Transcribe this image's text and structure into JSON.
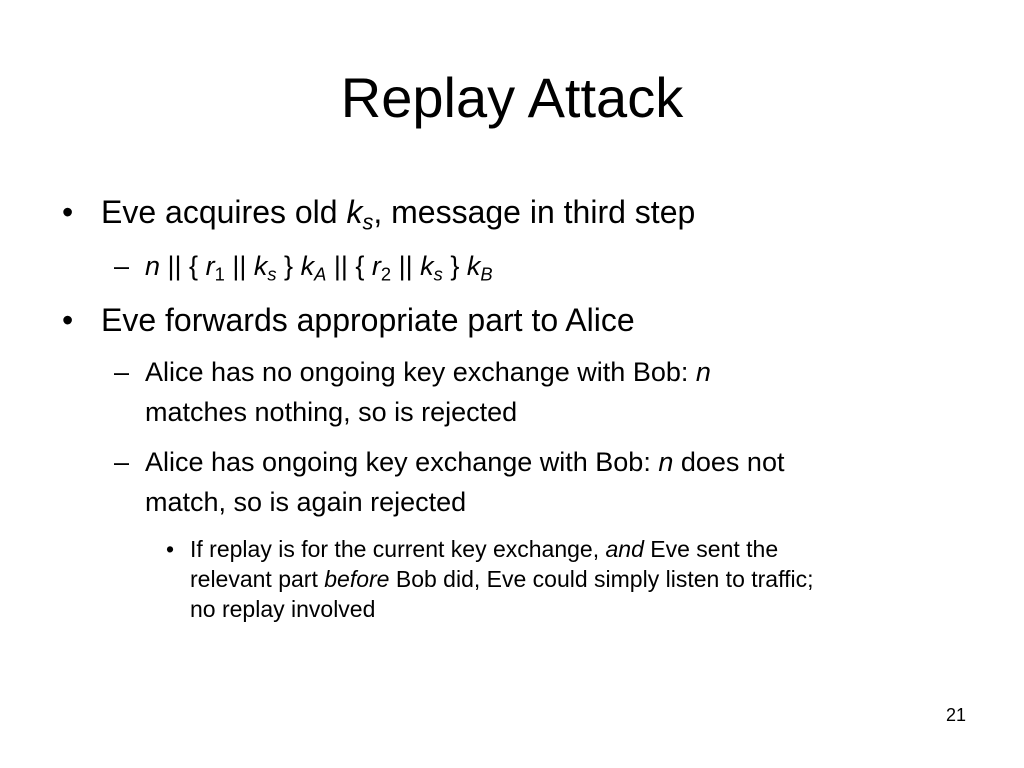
{
  "slide": {
    "title": "Replay Attack",
    "page_number": "21",
    "bullet_glyph": "•",
    "dash_glyph": "–",
    "items": [
      {
        "level": 1,
        "lines": [
          [
            {
              "t": "Eve acquires old ",
              "s": ""
            },
            {
              "t": "k",
              "s": "i"
            },
            {
              "t": "s",
              "s": "isub"
            },
            {
              "t": ", message in third step",
              "s": ""
            }
          ]
        ]
      },
      {
        "level": 2,
        "lines": [
          [
            {
              "t": "n",
              "s": "i"
            },
            {
              "t": " || { ",
              "s": ""
            },
            {
              "t": "r",
              "s": "i"
            },
            {
              "t": "1",
              "s": "sub"
            },
            {
              "t": " || ",
              "s": ""
            },
            {
              "t": "k",
              "s": "i"
            },
            {
              "t": "s",
              "s": "isub"
            },
            {
              "t": " } ",
              "s": ""
            },
            {
              "t": "k",
              "s": "i"
            },
            {
              "t": "A",
              "s": "isub"
            },
            {
              "t": " || { ",
              "s": ""
            },
            {
              "t": "r",
              "s": "i"
            },
            {
              "t": "2",
              "s": "sub"
            },
            {
              "t": " || ",
              "s": ""
            },
            {
              "t": "k",
              "s": "i"
            },
            {
              "t": "s",
              "s": "isub"
            },
            {
              "t": " } ",
              "s": ""
            },
            {
              "t": "k",
              "s": "i"
            },
            {
              "t": "B",
              "s": "isub"
            }
          ]
        ]
      },
      {
        "level": 1,
        "lines": [
          [
            {
              "t": "Eve forwards appropriate part to Alice",
              "s": ""
            }
          ]
        ]
      },
      {
        "level": 2,
        "lines": [
          [
            {
              "t": "Alice has no ongoing key exchange with Bob: ",
              "s": ""
            },
            {
              "t": "n",
              "s": "i"
            }
          ],
          [
            {
              "t": "matches nothing, so is rejected",
              "s": ""
            }
          ]
        ]
      },
      {
        "level": 2,
        "lines": [
          [
            {
              "t": "Alice has ongoing key exchange with Bob: ",
              "s": ""
            },
            {
              "t": "n",
              "s": "i"
            },
            {
              "t": " does not",
              "s": ""
            }
          ],
          [
            {
              "t": "match, so is again rejected",
              "s": ""
            }
          ]
        ]
      },
      {
        "level": 3,
        "lines": [
          [
            {
              "t": "If replay is for the current key exchange, ",
              "s": ""
            },
            {
              "t": "and",
              "s": "i"
            },
            {
              "t": " Eve sent the",
              "s": ""
            }
          ],
          [
            {
              "t": "relevant part ",
              "s": ""
            },
            {
              "t": "before",
              "s": "i"
            },
            {
              "t": " Bob did, Eve could simply listen to traffic;",
              "s": ""
            }
          ],
          [
            {
              "t": "no replay involved",
              "s": ""
            }
          ]
        ]
      }
    ]
  }
}
